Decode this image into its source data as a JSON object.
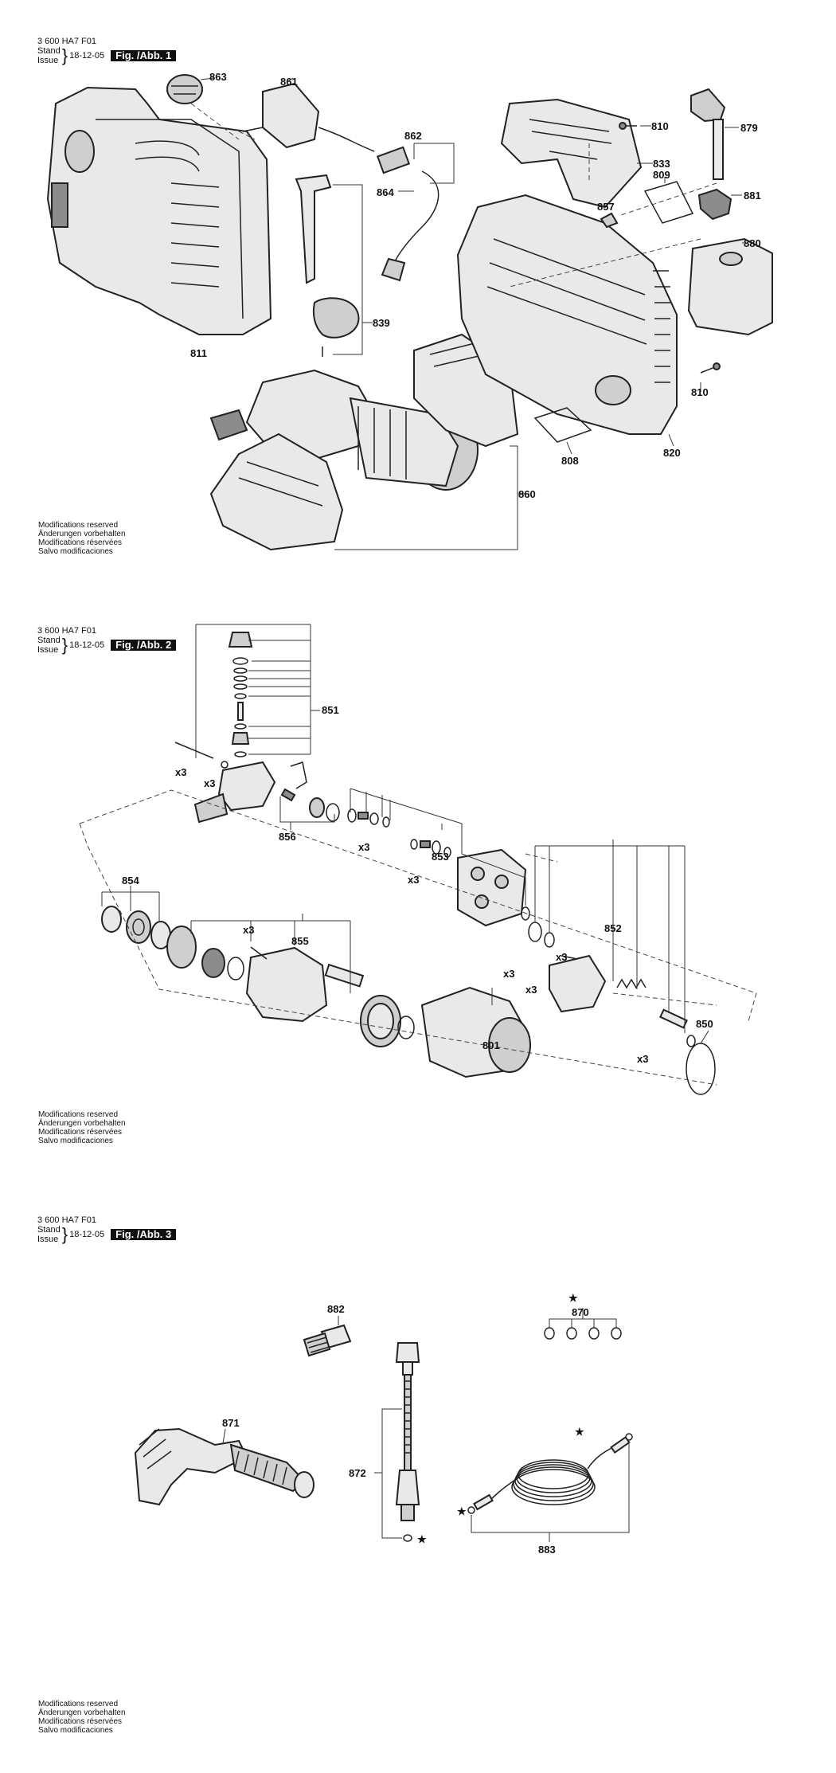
{
  "header": {
    "code": "3 600 HA7 F01",
    "stand": "Stand",
    "issue": "Issue",
    "date": "18-12-05"
  },
  "figures": [
    {
      "label": "Fig. /Abb. 1"
    },
    {
      "label": "Fig. /Abb. 2"
    },
    {
      "label": "Fig. /Abb. 3"
    }
  ],
  "modifications": [
    "Modifications reserved",
    "Änderungen vorbehalten",
    "Modifications réservées",
    "Salvo modificaciones"
  ],
  "fig1_parts": [
    "863",
    "861",
    "862",
    "864",
    "839",
    "811",
    "860",
    "810",
    "833",
    "809",
    "857",
    "879",
    "881",
    "880",
    "810",
    "808",
    "820"
  ],
  "fig2_parts": [
    "851",
    "x3",
    "x3",
    "856",
    "x3",
    "853",
    "x3",
    "854",
    "x3",
    "855",
    "852",
    "x3",
    "x3",
    "x3",
    "801",
    "850",
    "x3"
  ],
  "fig3_parts": [
    "882",
    "870",
    "871",
    "872",
    "883"
  ],
  "marks": {
    "star": "★"
  }
}
